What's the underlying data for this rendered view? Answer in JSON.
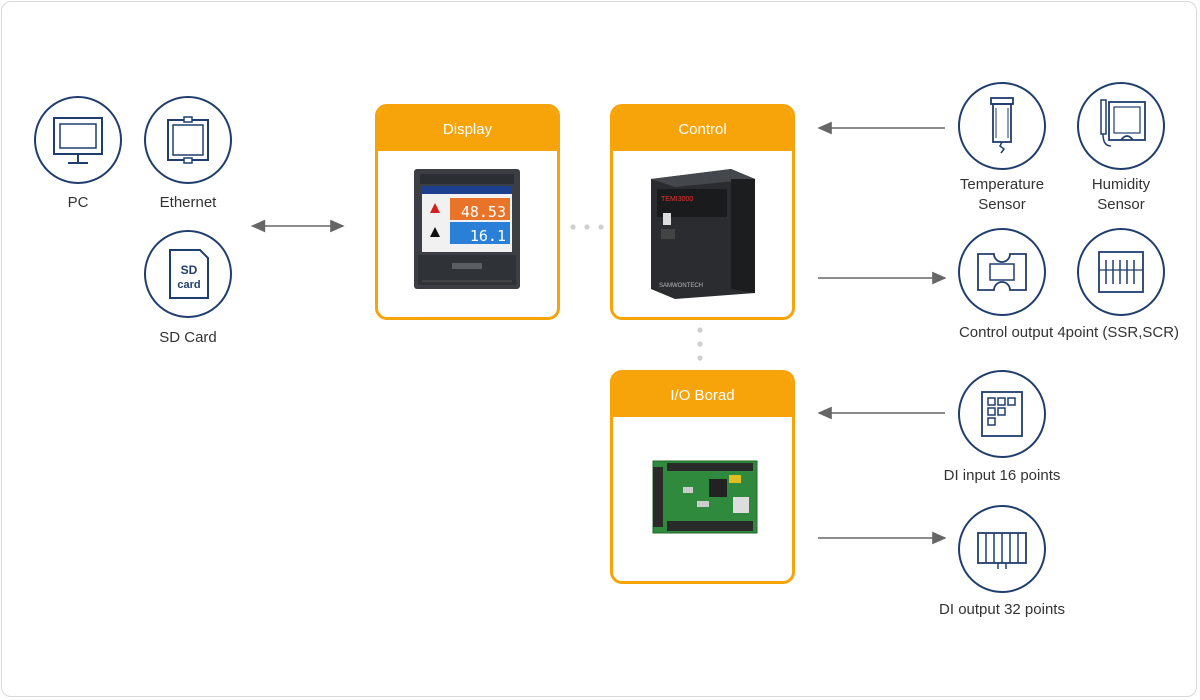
{
  "left_devices": {
    "pc": {
      "label": "PC",
      "icon": "monitor-icon"
    },
    "ethernet": {
      "label": "Ethernet",
      "icon": "ethernet-icon"
    },
    "sd_card": {
      "label": "SD Card",
      "icon": "sd-card-icon",
      "icon_text_top": "SD",
      "icon_text_bottom": "card"
    }
  },
  "display_box": {
    "title": "Display",
    "screen_value_1": "48.53",
    "screen_value_2": "16.1"
  },
  "control_box": {
    "title": "Control",
    "brand_text": "TEMI3000",
    "maker_text": "SAMWONTECH"
  },
  "io_box": {
    "title": "I/O Borad"
  },
  "sensors": {
    "temperature": {
      "label_line1": "Temperature",
      "label_line2": "Sensor",
      "icon": "temperature-sensor-icon"
    },
    "humidity": {
      "label_line1": "Humidity",
      "label_line2": "Sensor",
      "icon": "humidity-sensor-icon"
    }
  },
  "control_output": {
    "label": "Control output 4point (SSR,SCR)",
    "icons": [
      "ssr-icon",
      "scr-icon"
    ]
  },
  "di_input": {
    "label": "DI input 16 points",
    "icon": "di-input-icon"
  },
  "di_output": {
    "label": "DI output 32 points",
    "icon": "di-output-icon"
  },
  "colors": {
    "accent": "#f7a30a",
    "icon_stroke": "#1f3e6e",
    "arrow": "#666666",
    "dots": "#cfcfcf"
  }
}
